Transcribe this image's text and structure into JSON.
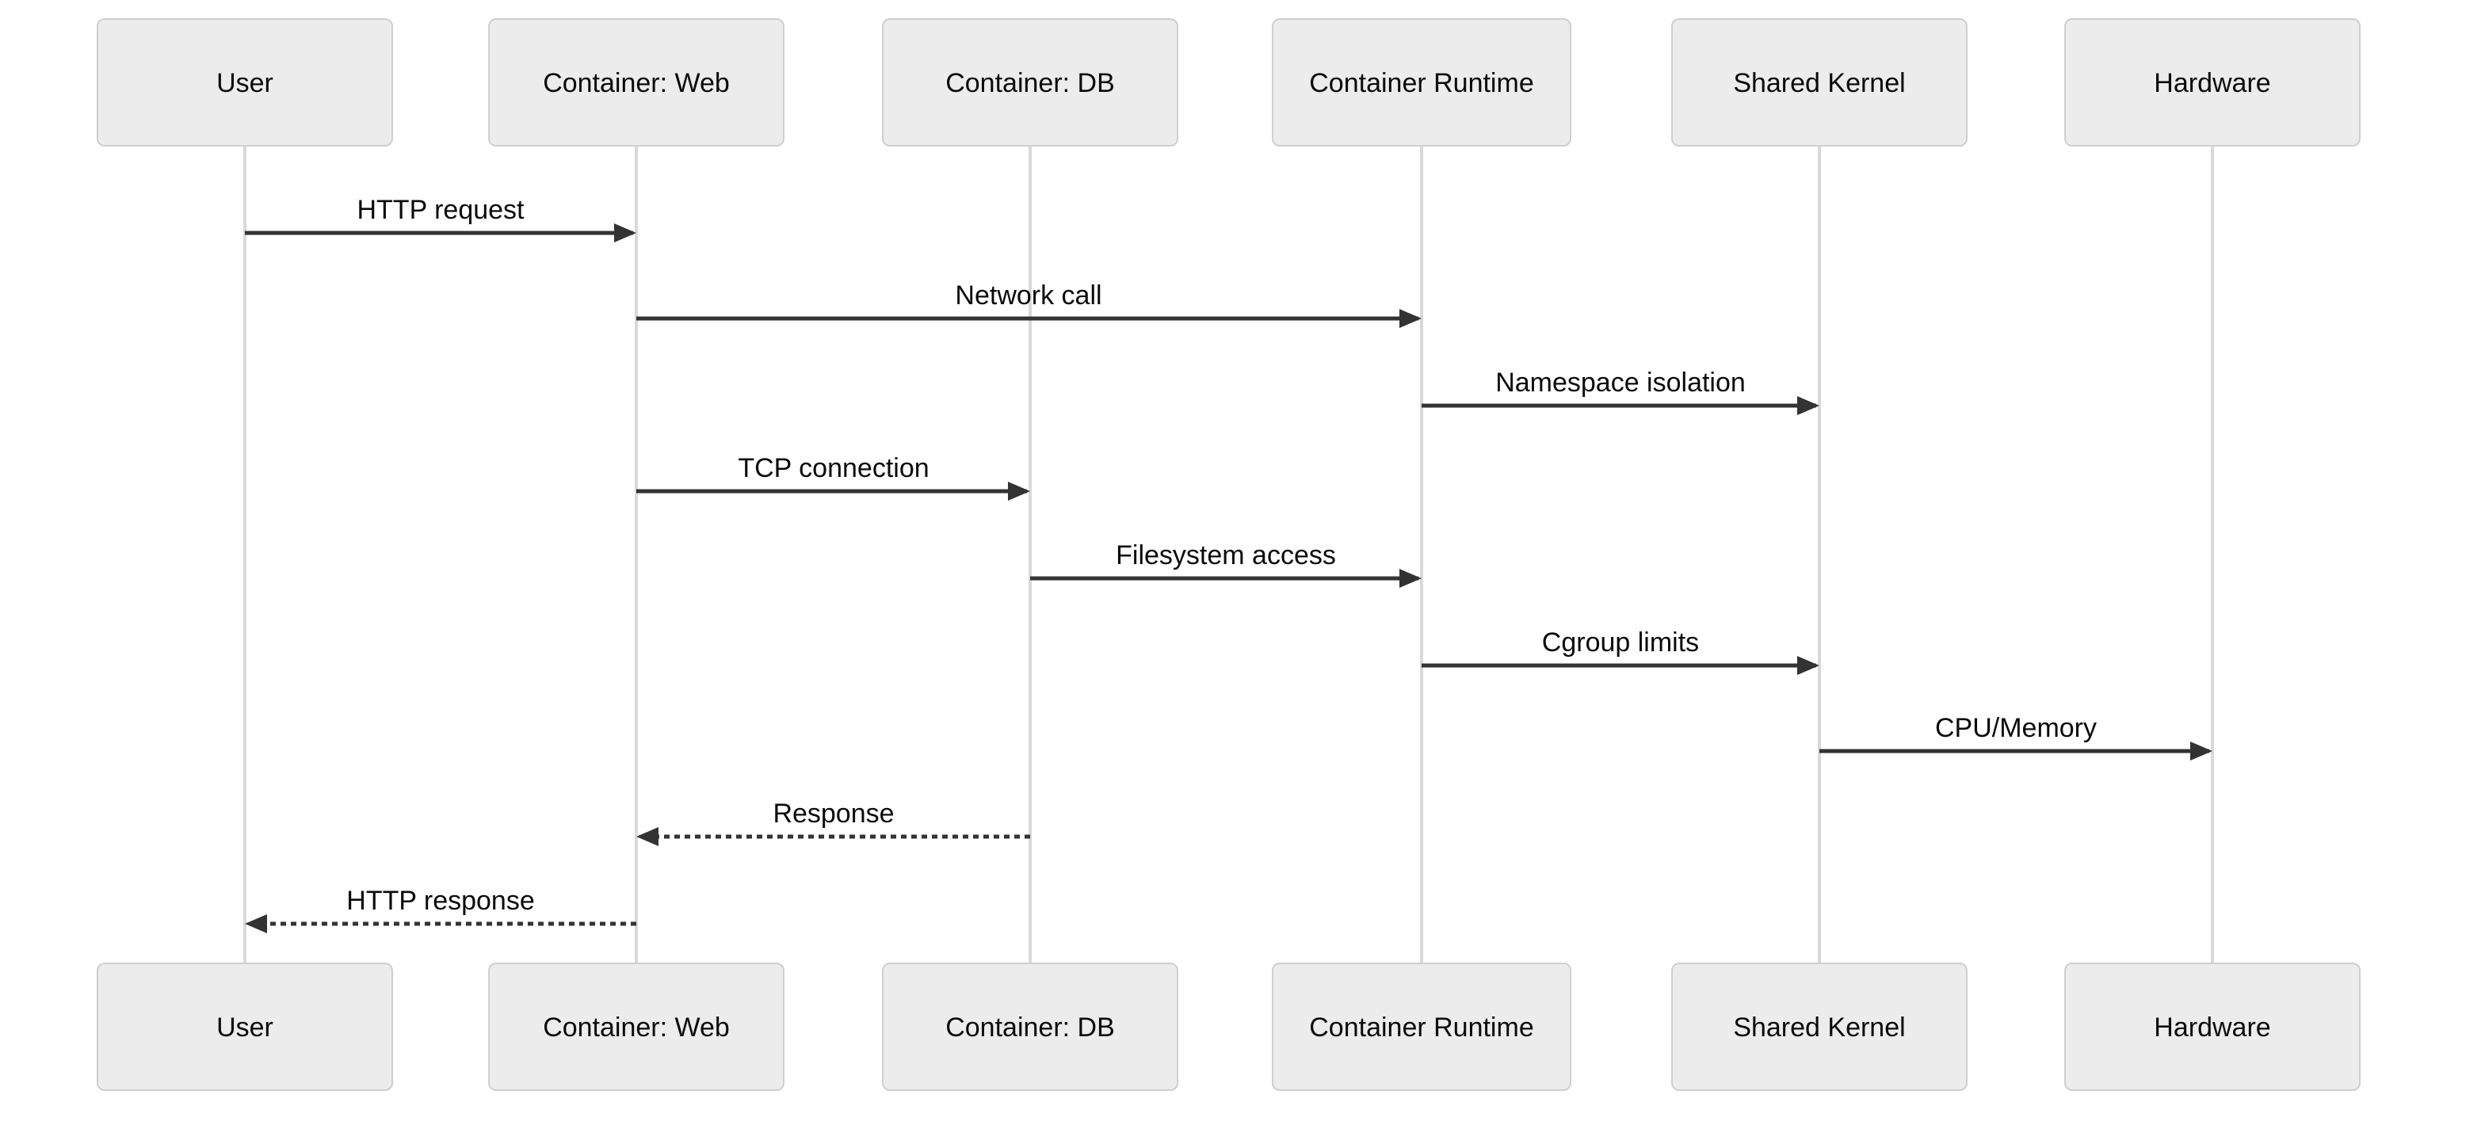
{
  "diagram": {
    "type": "sequence",
    "background": "#ffffff",
    "actors": [
      {
        "id": "user",
        "label": "User"
      },
      {
        "id": "container-web",
        "label": "Container: Web"
      },
      {
        "id": "container-db",
        "label": "Container: DB"
      },
      {
        "id": "container-runtime",
        "label": "Container Runtime"
      },
      {
        "id": "shared-kernel",
        "label": "Shared Kernel"
      },
      {
        "id": "hardware",
        "label": "Hardware"
      }
    ],
    "messages": [
      {
        "label": "HTTP request",
        "from": "User",
        "to": "Container: Web",
        "line": "solid",
        "direction": "right"
      },
      {
        "label": "Network call",
        "from": "Container: Web",
        "to": "Container Runtime",
        "line": "solid",
        "direction": "right"
      },
      {
        "label": "Namespace isolation",
        "from": "Container Runtime",
        "to": "Shared Kernel",
        "line": "solid",
        "direction": "right"
      },
      {
        "label": "TCP connection",
        "from": "Container: Web",
        "to": "Container: DB",
        "line": "solid",
        "direction": "right"
      },
      {
        "label": "Filesystem access",
        "from": "Container: DB",
        "to": "Container Runtime",
        "line": "solid",
        "direction": "right"
      },
      {
        "label": "Cgroup limits",
        "from": "Container Runtime",
        "to": "Shared Kernel",
        "line": "solid",
        "direction": "right"
      },
      {
        "label": "CPU/Memory",
        "from": "Shared Kernel",
        "to": "Hardware",
        "line": "solid",
        "direction": "right"
      },
      {
        "label": "Response",
        "from": "Container: DB",
        "to": "Container: Web",
        "line": "dashed",
        "direction": "left"
      },
      {
        "label": "HTTP response",
        "from": "Container: Web",
        "to": "User",
        "line": "dashed",
        "direction": "left"
      }
    ],
    "colors": {
      "actor_fill": "#ececec",
      "actor_border": "#cfcfcf",
      "lifeline": "#d9d9d9",
      "arrow": "#333333",
      "text": "#0b0b0b",
      "background": "#ffffff"
    }
  }
}
